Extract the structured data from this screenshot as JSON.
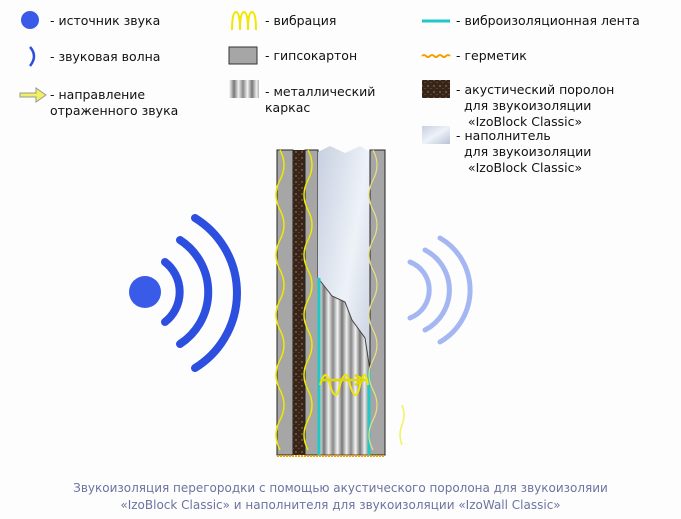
{
  "legend": {
    "source": "- источник звука",
    "wave": "- звуковая волна",
    "reflected": "- направление\nотраженного звука",
    "vibration": "- вибрация",
    "drywall": "- гипсокартон",
    "frame": "- металлический\nкаркас",
    "tape": "- виброизоляционная лента",
    "sealant": "- герметик",
    "foam": "- акустический поролон\n  для звукоизоляции\n   «IzoBlock Classic»",
    "filler": "- наполнитель\n  для звукоизоляции\n   «IzoBlock Classic»"
  },
  "caption": {
    "line1": "Звукоизоляция перегородки с помощью акустического поролона для звукоизоляии",
    "line2": "«IzoBlock Classic» и наполнителя для звукоизоляции «IzoWall Classic»"
  },
  "colors": {
    "wave": "#2d4fe0",
    "vibration": "#f5f000",
    "tape": "#20c8c8",
    "sealant": "#f5a000",
    "drywall": "#a6a6a6",
    "foam": "#3a2418"
  }
}
